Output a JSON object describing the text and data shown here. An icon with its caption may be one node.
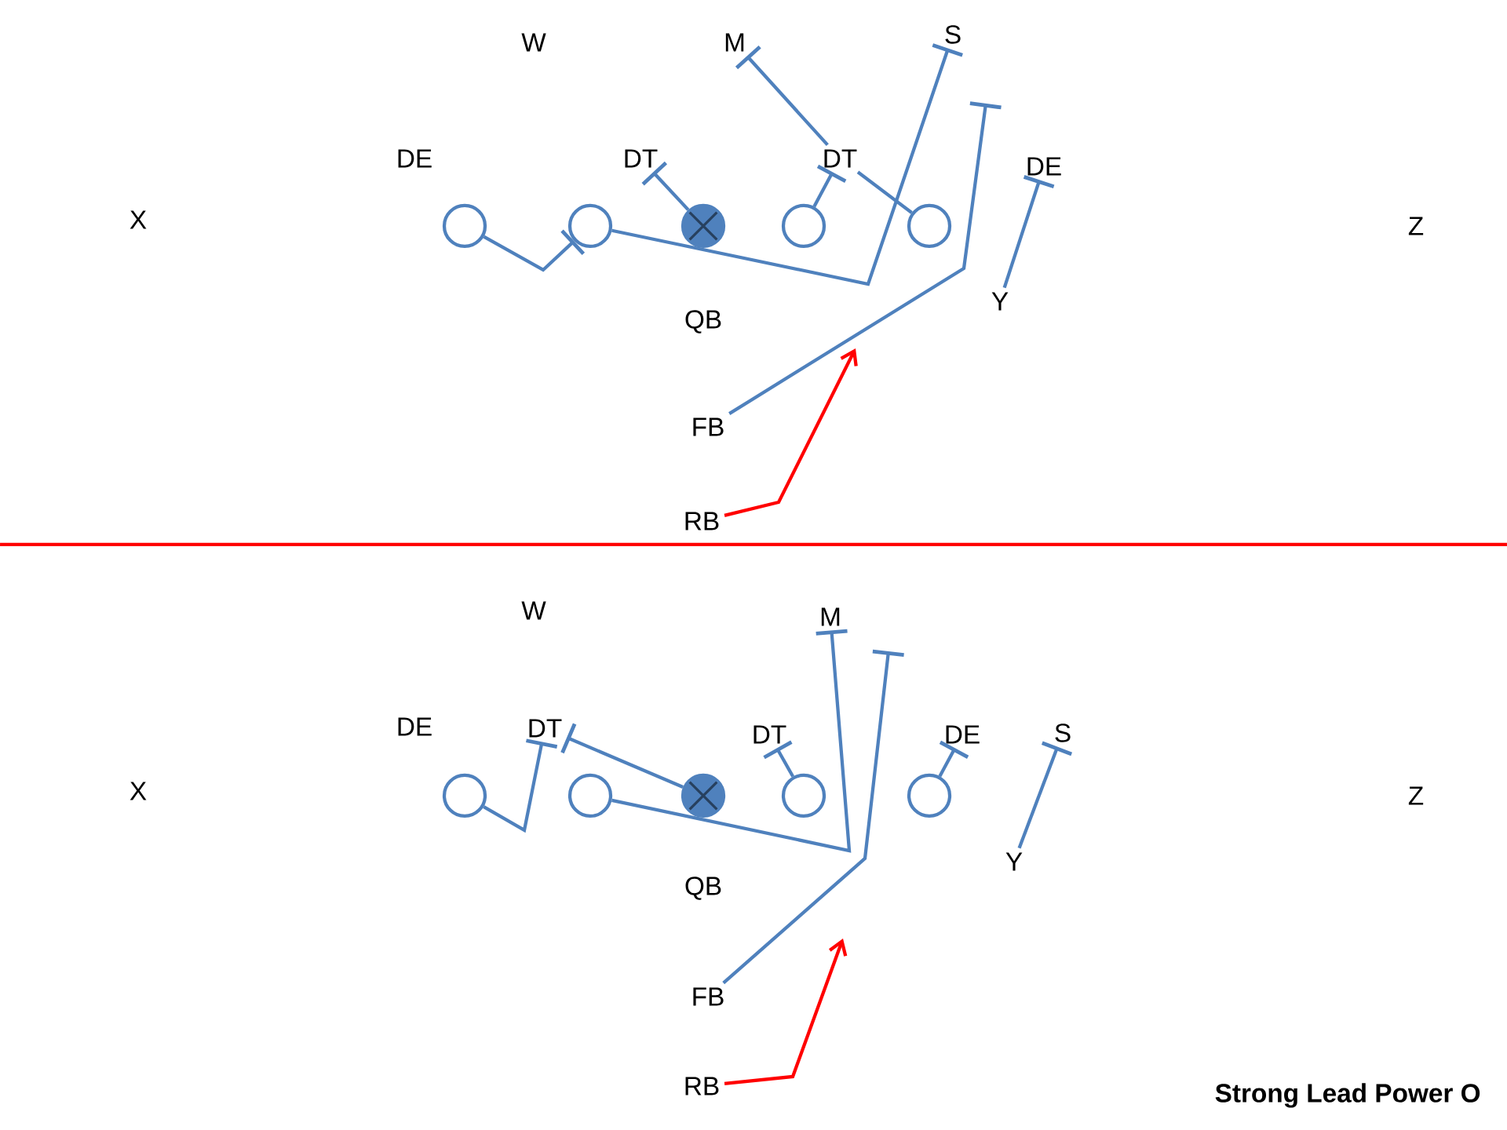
{
  "diagram": {
    "caption": "Strong Lead Power O",
    "nodes": [
      {
        "text": [
          "X"
        ]
      },
      {
        "text": [
          "Z"
        ]
      },
      {
        "text": [
          "DE"
        ]
      },
      {
        "text": [
          "W"
        ]
      },
      {
        "text": [
          "DT"
        ]
      },
      {
        "text": [
          "M"
        ]
      },
      {
        "text": [
          "DT"
        ]
      },
      {
        "text": [
          "S"
        ]
      },
      {
        "text": [
          "DE"
        ]
      },
      {
        "text": [],
        "shape": "circle"
      },
      {
        "text": [],
        "shape": "circle"
      },
      {
        "text": [],
        "shape": "circle"
      },
      {
        "text": [],
        "shape": "circle"
      },
      {
        "text": [],
        "shape": "circle"
      },
      {
        "text": [
          "Y"
        ]
      },
      {
        "text": [
          "QB"
        ]
      },
      {
        "text": [
          "FB"
        ]
      },
      {
        "text": [
          "RB"
        ]
      },
      {
        "text": [
          "X"
        ]
      },
      {
        "text": [
          "Z"
        ]
      },
      {
        "text": [
          "DE"
        ]
      },
      {
        "text": [
          "W"
        ]
      },
      {
        "text": [
          "DT"
        ]
      },
      {
        "text": [
          "M"
        ]
      },
      {
        "text": [
          "DT"
        ]
      },
      {
        "text": [
          "DE"
        ]
      },
      {
        "text": [
          "S"
        ]
      },
      {
        "text": [],
        "shape": "circle"
      },
      {
        "text": [],
        "shape": "circle"
      },
      {
        "text": [],
        "shape": "circle"
      },
      {
        "text": [],
        "shape": "circle"
      },
      {
        "text": [],
        "shape": "circle"
      },
      {
        "text": [
          "Y"
        ]
      },
      {
        "text": [
          "QB"
        ]
      },
      {
        "text": [
          "FB"
        ]
      },
      {
        "text": [
          "RB"
        ]
      }
    ],
    "edges": [
      {
        "from": 9,
        "to": 10,
        "arrow": "other"
      },
      {
        "from": 11,
        "to": 4,
        "arrow": "other"
      },
      {
        "from": 12,
        "to": 6,
        "arrow": "other"
      },
      {
        "from": 6,
        "to": 5,
        "arrow": "other"
      },
      {
        "from": 13,
        "to": 6,
        "arrow": "none"
      },
      {
        "from": 10,
        "to": 7,
        "arrow": "other"
      },
      {
        "from": 16,
        "to": null,
        "arrow": "other"
      },
      {
        "from": 14,
        "to": 8,
        "arrow": "other"
      },
      {
        "from": 17,
        "to": null,
        "arrow": "to",
        "color": "#ff0000"
      },
      {
        "from": 27,
        "to": 22,
        "arrow": "other"
      },
      {
        "from": 29,
        "to": 22,
        "arrow": "other"
      },
      {
        "from": 30,
        "to": 24,
        "arrow": "other"
      },
      {
        "from": 31,
        "to": 25,
        "arrow": "other"
      },
      {
        "from": 28,
        "to": 23,
        "arrow": "other"
      },
      {
        "from": 34,
        "to": null,
        "arrow": "other"
      },
      {
        "from": 32,
        "to": 26,
        "arrow": "other"
      },
      {
        "from": 35,
        "to": null,
        "arrow": "to",
        "color": "#ff0000"
      }
    ]
  }
}
